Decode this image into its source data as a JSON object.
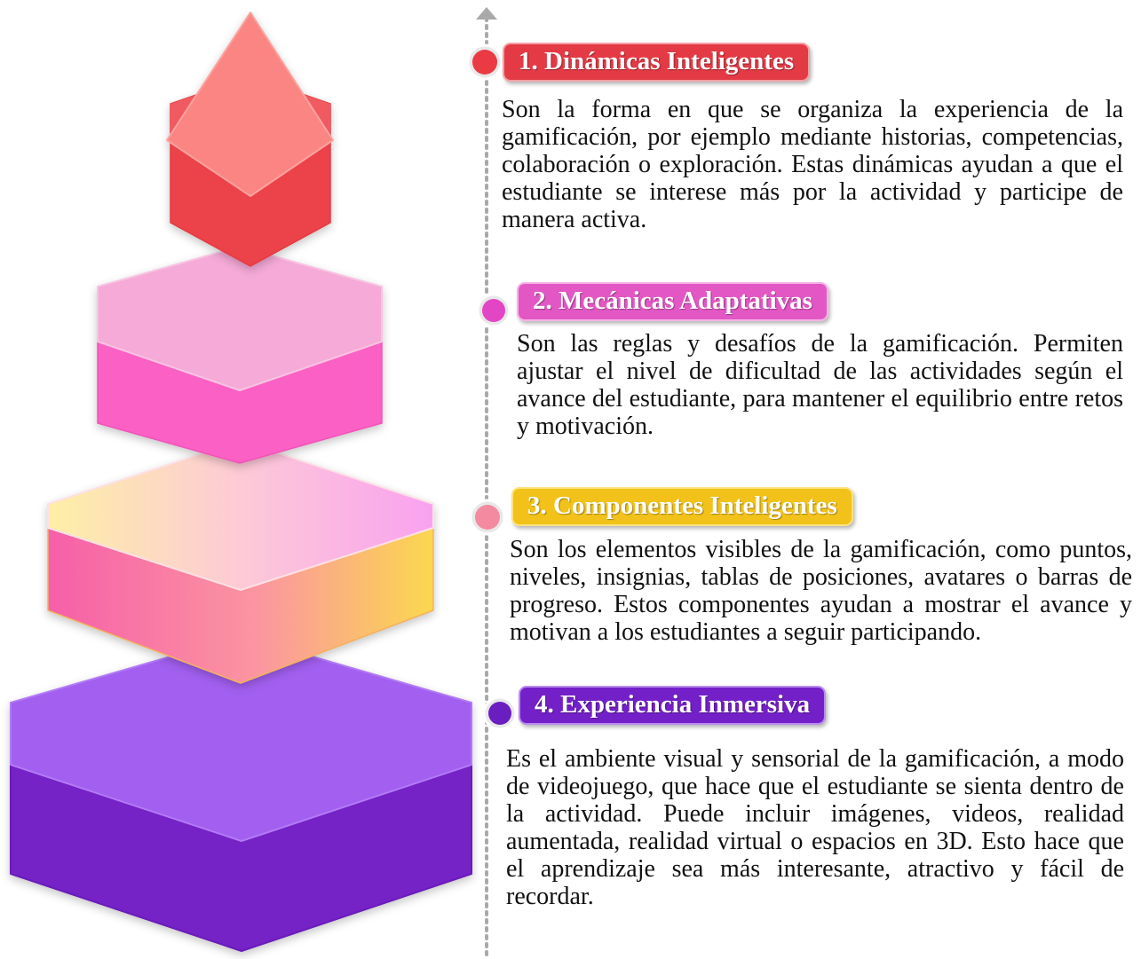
{
  "steps": [
    {
      "title": "1. Dinámicas Inteligentes",
      "text": "Son la forma en que se organiza la experiencia de la gamificación, por ejemplo mediante historias, competencias, colaboración o exploración. Estas dinámicas ayudan a que el estudiante se interese más por la actividad y participe de manera activa."
    },
    {
      "title": "2. Mecánicas Adaptativas",
      "text": "Son las reglas y desafíos de la gamificación. Permiten ajustar el nivel de dificultad de las actividades según el avance del estudiante, para mantener el equilibrio entre retos y motivación."
    },
    {
      "title": "3. Componentes Inteligentes",
      "text": "Son los elementos visibles de la gamificación, como puntos, niveles, insignias, tablas de posiciones, avatares o barras de progreso. Estos componentes ayudan a mostrar el avance y motivan a los estudiantes a seguir participando."
    },
    {
      "title": "4. Experiencia Inmersiva",
      "text": "Es el ambiente visual y sensorial de la gamificación, a modo de videojuego, que hace que el estudiante se sienta dentro de la actividad. Puede incluir imágenes, videos, realidad aumentada, realidad virtual o espacios en 3D. Esto hace que el aprendizaje sea más interesante, atractivo y fácil de recordar."
    }
  ],
  "colors": {
    "level1": "#e8434b",
    "level2": "#f263c4",
    "level3": "#f5c34a",
    "level4": "#7a2fd0",
    "timeline": "#a6a6a6"
  }
}
